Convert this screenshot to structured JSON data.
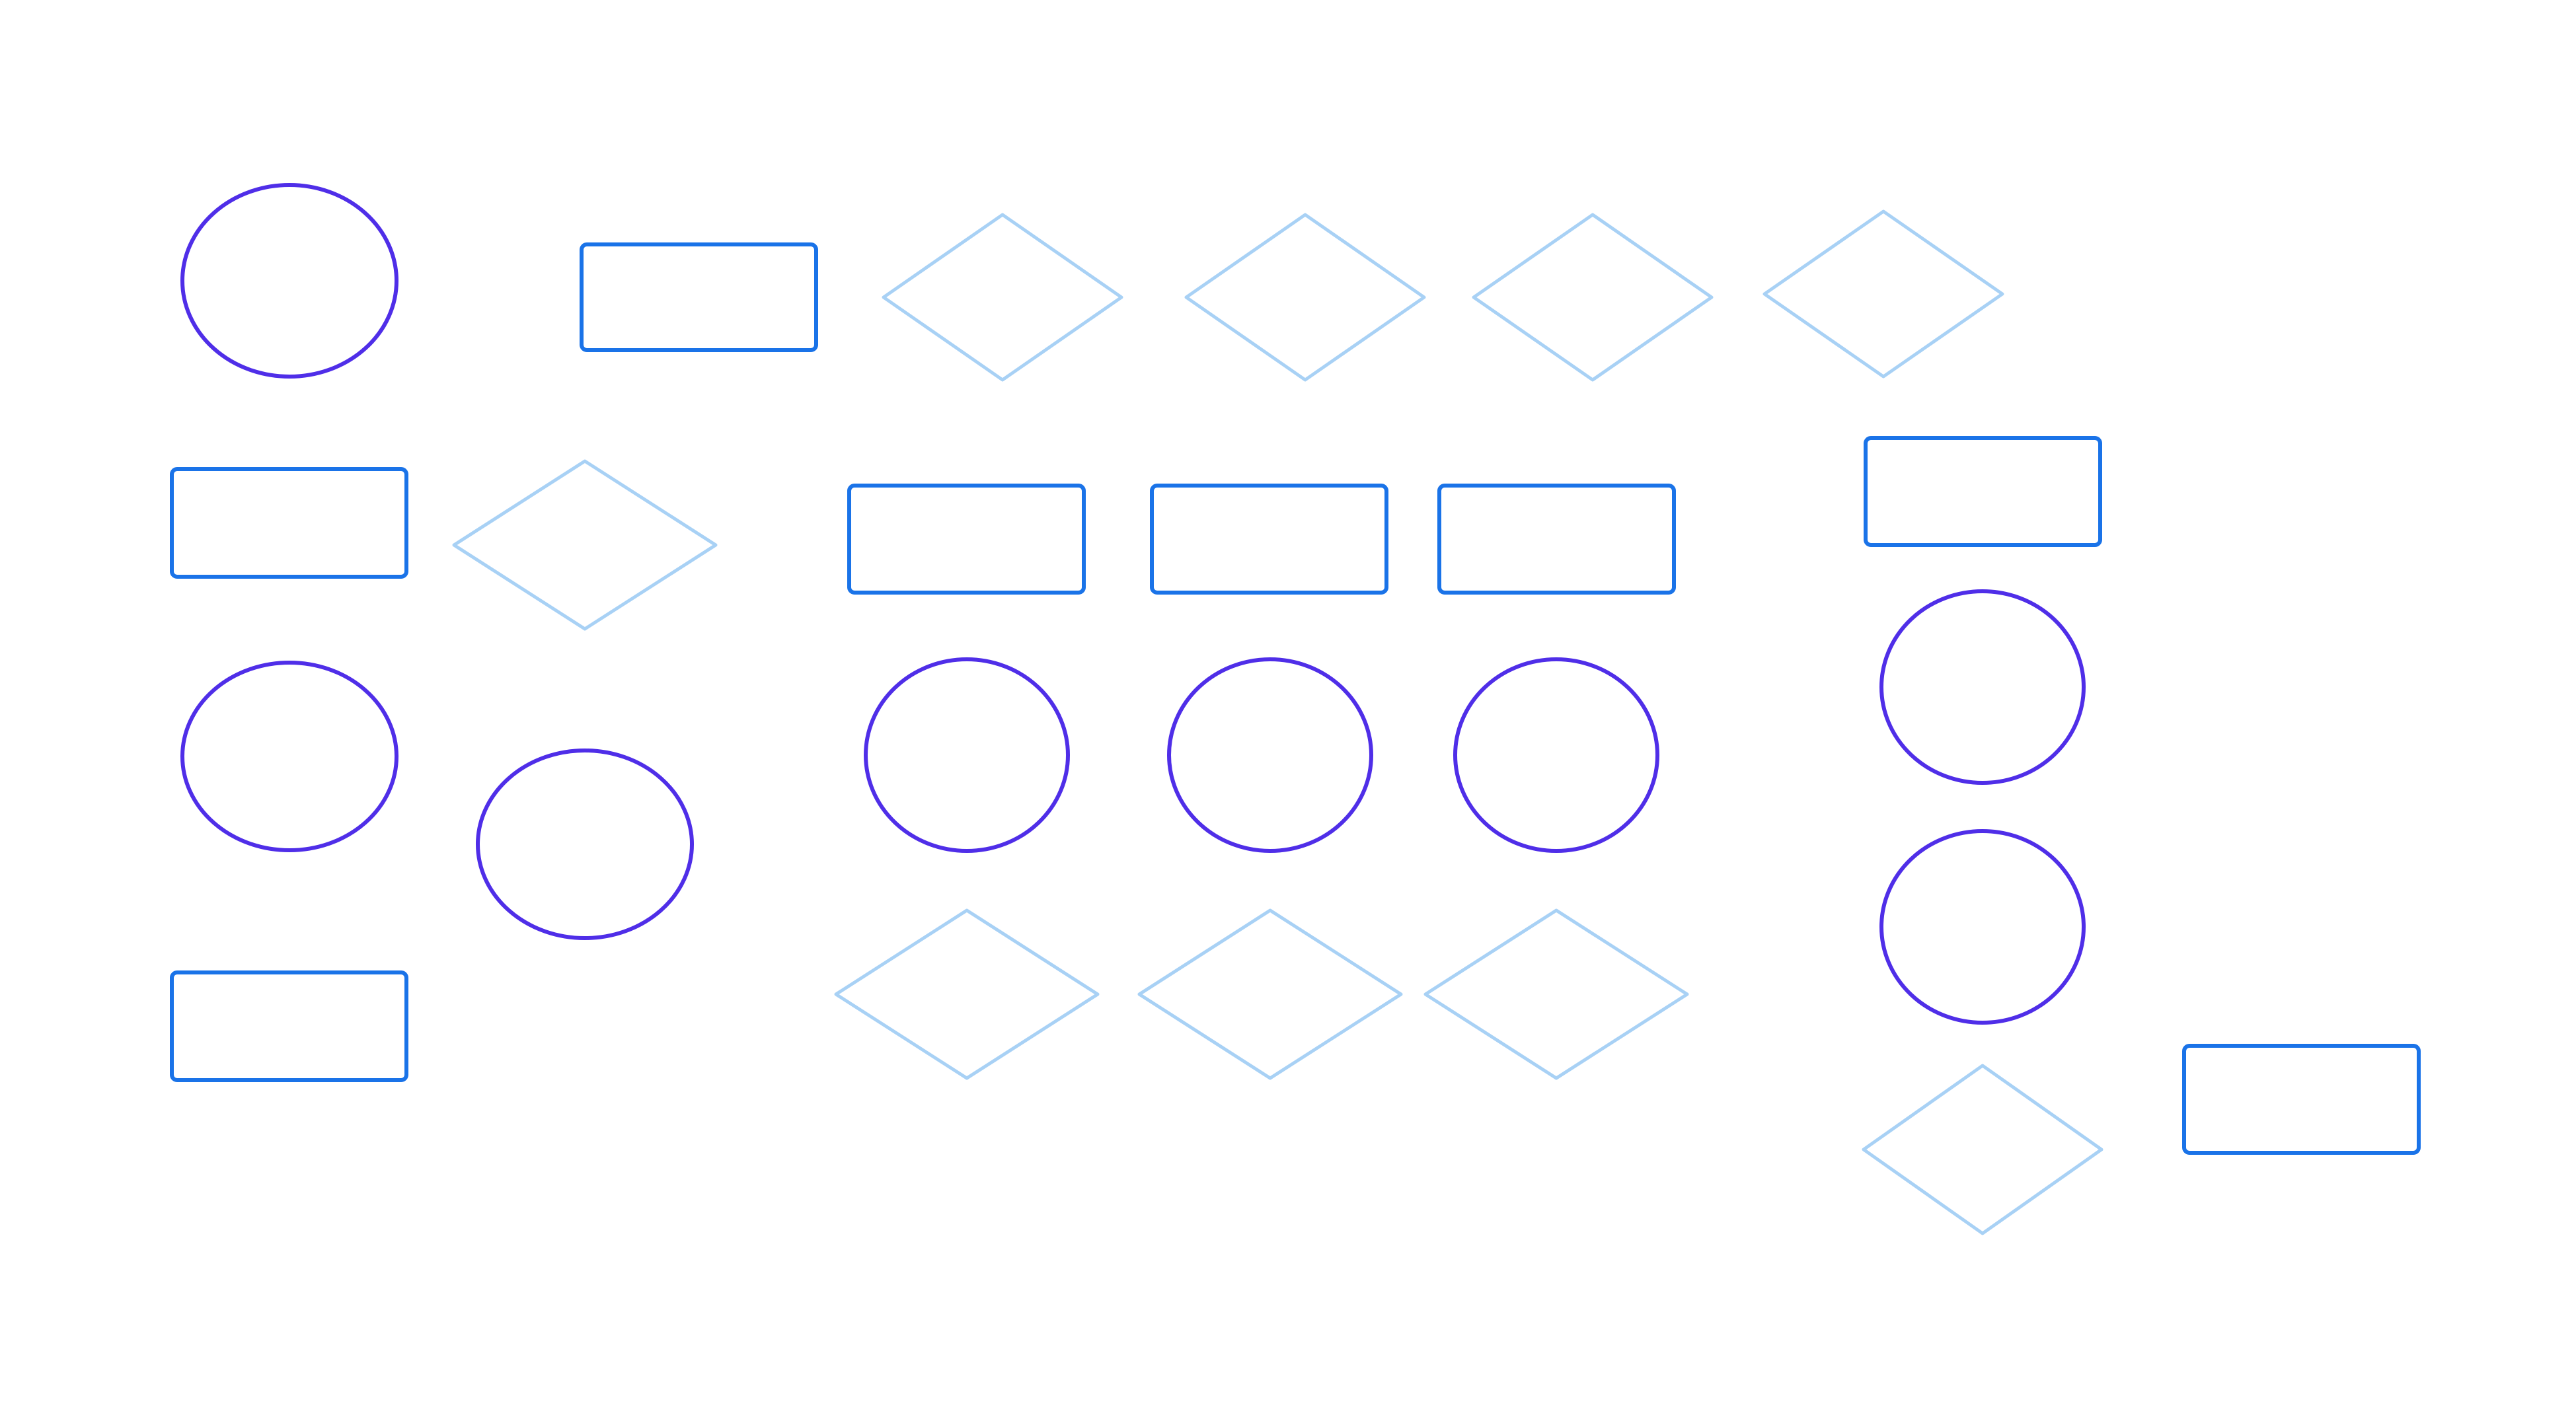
{
  "colors": {
    "background": "#ffffff",
    "ellipse_stroke": "#4f2ee8",
    "rect_stroke": "#1a73e8",
    "diamond_stroke": "#a8d1f5"
  },
  "diagram": {
    "shapes": [
      {
        "id": "ellipse-1",
        "kind": "ellipse"
      },
      {
        "id": "rect-1",
        "kind": "rect"
      },
      {
        "id": "diamond-1",
        "kind": "diamond"
      },
      {
        "id": "diamond-2",
        "kind": "diamond"
      },
      {
        "id": "diamond-3",
        "kind": "diamond"
      },
      {
        "id": "diamond-4",
        "kind": "diamond"
      },
      {
        "id": "rect-2",
        "kind": "rect"
      },
      {
        "id": "diamond-5",
        "kind": "diamond"
      },
      {
        "id": "rect-3",
        "kind": "rect"
      },
      {
        "id": "rect-4",
        "kind": "rect"
      },
      {
        "id": "rect-5",
        "kind": "rect"
      },
      {
        "id": "rect-6",
        "kind": "rect"
      },
      {
        "id": "ellipse-2",
        "kind": "ellipse"
      },
      {
        "id": "ellipse-3",
        "kind": "ellipse"
      },
      {
        "id": "ellipse-4",
        "kind": "ellipse"
      },
      {
        "id": "ellipse-5",
        "kind": "ellipse"
      },
      {
        "id": "ellipse-6",
        "kind": "ellipse"
      },
      {
        "id": "ellipse-7",
        "kind": "ellipse"
      },
      {
        "id": "ellipse-8",
        "kind": "ellipse"
      },
      {
        "id": "rect-7",
        "kind": "rect"
      },
      {
        "id": "diamond-6",
        "kind": "diamond"
      },
      {
        "id": "diamond-7",
        "kind": "diamond"
      },
      {
        "id": "diamond-8",
        "kind": "diamond"
      },
      {
        "id": "diamond-9",
        "kind": "diamond"
      },
      {
        "id": "rect-8",
        "kind": "rect"
      }
    ]
  }
}
